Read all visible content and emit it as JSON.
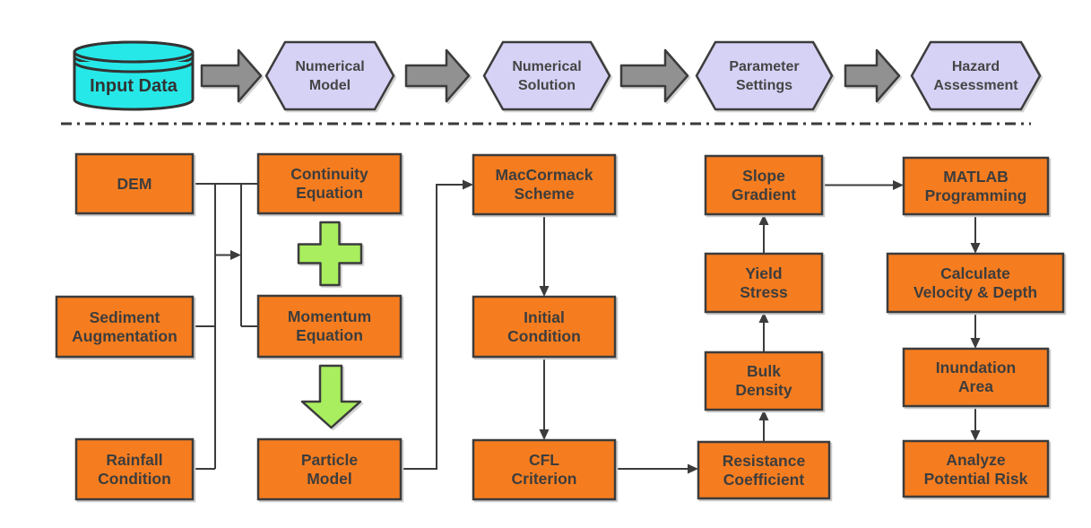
{
  "colors": {
    "box_fill": "#F67D1F",
    "box_border": "#3C3C3C",
    "hexagon_fill": "#D6D2F6",
    "cylinder_fill": "#26E8E8",
    "block_arrow_fill": "#919191",
    "green_fill": "#A9EE5E",
    "line": "#3C3C3C",
    "text": "#3D3D3D"
  },
  "pipeline": {
    "stages": [
      {
        "name": "input-data",
        "shape": "cylinder",
        "lines": [
          "Input Data"
        ]
      },
      {
        "name": "numerical-model",
        "shape": "hexagon",
        "lines": [
          "Numerical",
          "Model"
        ]
      },
      {
        "name": "numerical-solution",
        "shape": "hexagon",
        "lines": [
          "Numerical",
          "Solution"
        ]
      },
      {
        "name": "parameter-settings",
        "shape": "hexagon",
        "lines": [
          "Parameter",
          "Settings"
        ]
      },
      {
        "name": "hazard-assessment",
        "shape": "hexagon",
        "lines": [
          "Hazard",
          "Assessment"
        ]
      }
    ],
    "connector_icon": "block-arrow-right-icon"
  },
  "flowchart": {
    "inputs": [
      {
        "name": "dem",
        "lines": [
          "DEM",
          ""
        ]
      },
      {
        "name": "sediment-augmentation",
        "lines": [
          "Sediment",
          "Augmentation"
        ]
      },
      {
        "name": "rainfall-condition",
        "lines": [
          "Rainfall",
          "Condition"
        ]
      }
    ],
    "model": [
      {
        "name": "continuity-equation",
        "lines": [
          "Continuity",
          "Equation"
        ]
      },
      {
        "name": "momentum-equation",
        "lines": [
          "Momentum",
          "Equation"
        ]
      },
      {
        "name": "particle-model",
        "lines": [
          "Particle",
          "Model"
        ]
      }
    ],
    "solution": [
      {
        "name": "maccormack-scheme",
        "lines": [
          "MacCormack",
          "Scheme"
        ]
      },
      {
        "name": "initial-condition",
        "lines": [
          "Initial",
          "Condition"
        ]
      },
      {
        "name": "cfl-criterion",
        "lines": [
          "CFL",
          "Criterion"
        ]
      }
    ],
    "parameters": [
      {
        "name": "slope-gradient",
        "lines": [
          "Slope",
          "Gradient"
        ]
      },
      {
        "name": "yield-stress",
        "lines": [
          "Yield",
          "Stress"
        ]
      },
      {
        "name": "bulk-density",
        "lines": [
          "Bulk",
          "Density"
        ]
      },
      {
        "name": "resistance-coefficient",
        "lines": [
          "Resistance",
          "Coefficient"
        ]
      }
    ],
    "assessment": [
      {
        "name": "matlab-programming",
        "lines": [
          "MATLAB",
          "Programming"
        ]
      },
      {
        "name": "calculate-velocity-depth",
        "lines": [
          "Calculate",
          "Velocity & Depth"
        ]
      },
      {
        "name": "inundation-area",
        "lines": [
          "Inundation",
          "Area"
        ]
      },
      {
        "name": "analyze-potential-risk",
        "lines": [
          "Analyze",
          "Potential Risk"
        ]
      }
    ],
    "icons": {
      "plus": "plus-icon",
      "down_arrow": "down-arrow-icon"
    }
  }
}
